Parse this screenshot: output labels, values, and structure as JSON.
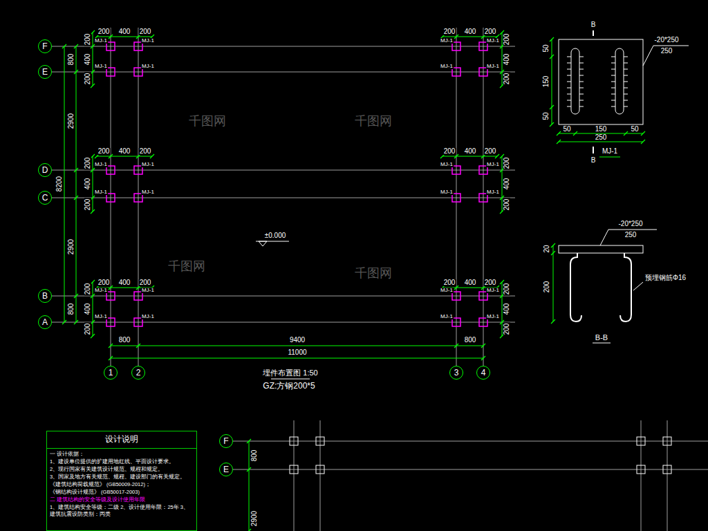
{
  "diagram": {
    "nodes": [
      {
        "text": [
          "F"
        ]
      },
      {
        "text": [
          "E"
        ]
      },
      {
        "text": [
          "D"
        ]
      },
      {
        "text": [
          "C"
        ]
      },
      {
        "text": [
          "B"
        ]
      },
      {
        "text": [
          "A"
        ]
      },
      {
        "text": [
          "1"
        ]
      },
      {
        "text": [
          "2"
        ]
      },
      {
        "text": [
          "3"
        ]
      },
      {
        "text": [
          "4"
        ]
      },
      {
        "text": [
          "设计说明",
          "一  设计依据：",
          "1、建设单位提供的扩建用地红线、平面设计要求。",
          "2、现行国家有关建筑设计规范、规程和规定。",
          "3、国家及地方有关规范、规程、建设部门的有关规定。",
          "《建筑结构荷载规范》 (GB50009-2012)；",
          "《钢结构设计规范》 (GB50017-2003)",
          "二  建筑结构的安全等级及设计使用年限",
          "1、建筑结构安全等级：二级   2、设计使用年限：25年   3、建筑抗震设防类别：丙类"
        ]
      },
      {
        "text": [
          "F"
        ]
      },
      {
        "text": [
          "E"
        ]
      }
    ],
    "labels": [
      "200",
      "400",
      "200",
      "200",
      "400",
      "200",
      "200",
      "400",
      "200",
      "200",
      "400",
      "200",
      "200",
      "400",
      "200",
      "200",
      "400",
      "200",
      "MJ-1",
      "MJ-1",
      "MJ-1",
      "MJ-1",
      "MJ-1",
      "MJ-1",
      "MJ-1",
      "MJ-1",
      "MJ-1",
      "MJ-1",
      "MJ-1",
      "MJ-1",
      "MJ-1",
      "MJ-1",
      "MJ-1",
      "MJ-1",
      "MJ-1",
      "MJ-1",
      "MJ-1",
      "MJ-1",
      "MJ-1",
      "MJ-1",
      "MJ-1",
      "MJ-1",
      "200",
      "400",
      "200",
      "200",
      "400",
      "200",
      "200",
      "400",
      "200",
      "200",
      "400",
      "200",
      "200",
      "400",
      "200",
      "200",
      "400",
      "200",
      "800",
      "2900",
      "8200",
      "2900",
      "800",
      "800",
      "9400",
      "800",
      "11000",
      "±0.000",
      "埋件布置图 1:50",
      "GZ:方钢200*5",
      "-20*250",
      "250",
      "50",
      "150",
      "50",
      "50",
      "150",
      "50",
      "250",
      "B",
      "B",
      "MJ-1",
      "-20*250",
      "250",
      "20",
      "200",
      "预埋钢筋Φ16",
      "B-B",
      "800",
      "2900",
      "千图网",
      "千图网",
      "千图网",
      "千图网"
    ]
  }
}
